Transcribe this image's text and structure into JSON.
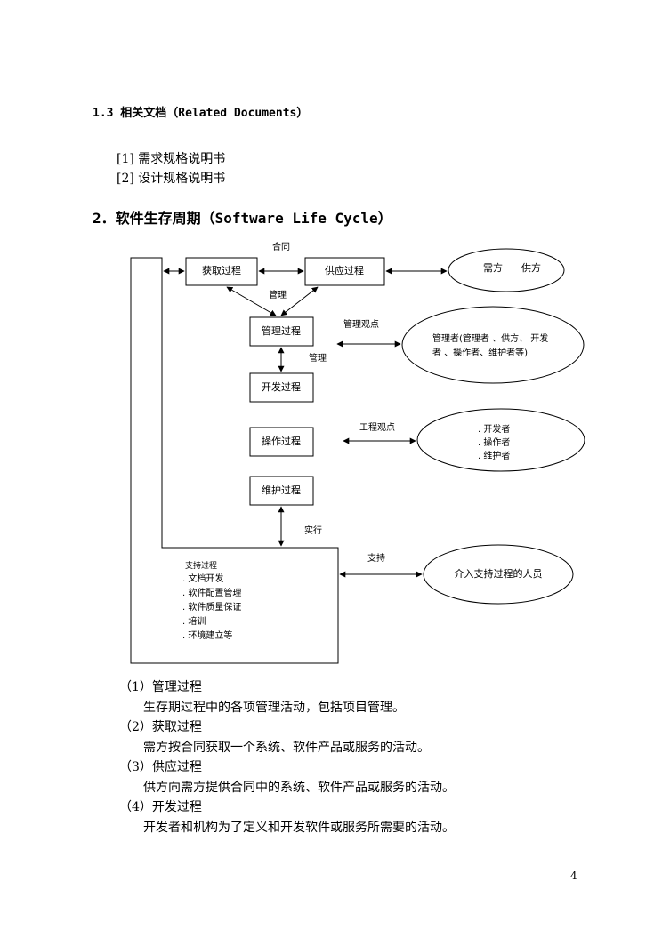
{
  "section": {
    "title": "1.3 相关文档（Related Documents）"
  },
  "references": [
    {
      "label": "[1]  需求规格说明书"
    },
    {
      "label": "[2]  设计规格说明书"
    }
  ],
  "chapter": {
    "title": "2．软件生存周期（Software Life Cycle）"
  },
  "diagram": {
    "labels": {
      "contract": "合同",
      "management_top": "管理",
      "management_side": "管理",
      "management_view": "管理观点",
      "engineering_view": "工程观点",
      "implement": "实行",
      "support": "支持"
    },
    "boxes": {
      "acquisition": "获取过程",
      "supply": "供应过程",
      "management": "管理过程",
      "development": "开发过程",
      "operation": "操作过程",
      "maintenance": "维护过程"
    },
    "support_box": {
      "title": "支持过程",
      "items": [
        ". 文档开发",
        ". 软件配置管理",
        ". 软件质量保证",
        ". 培训",
        ". 环境建立等"
      ]
    },
    "ellipses": {
      "parties": {
        "left": "需方",
        "right": "供方"
      },
      "managers": {
        "line1": "管理者(管理者 、供方、 开发",
        "line2": "者 、操作者、维护者等)"
      },
      "engineers": {
        "items": [
          ". 开发者",
          ". 操作者",
          ". 维护者"
        ]
      },
      "support_staff": "介入支持过程的人员"
    }
  },
  "descriptions": [
    {
      "head": "（1）管理过程",
      "body": "生存期过程中的各项管理活动，包括项目管理。"
    },
    {
      "head": "（2）获取过程",
      "body": "需方按合同获取一个系统、软件产品或服务的活动。"
    },
    {
      "head": "（3）供应过程",
      "body": "供方向需方提供合同中的系统、软件产品或服务的活动。"
    },
    {
      "head": "（4）开发过程",
      "body": "开发者和机构为了定义和开发软件或服务所需要的活动。"
    }
  ],
  "page_number": "4"
}
